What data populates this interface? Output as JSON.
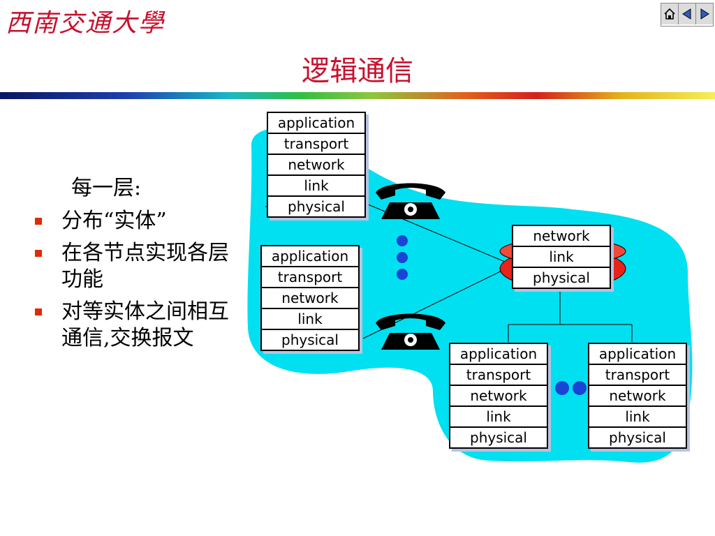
{
  "header": {
    "logo_text": "西南交通大學",
    "title": "逻辑通信"
  },
  "nav": {
    "buttons": [
      "home-icon",
      "prev-icon",
      "next-icon"
    ]
  },
  "bullets": {
    "heading": "每一层:",
    "items": [
      "分布“实体”",
      "在各节点实现各层功能",
      "对等实体之间相互通信,交换报文"
    ]
  },
  "stacks": {
    "host_top": [
      "application",
      "transport",
      "network",
      "link",
      "physical"
    ],
    "host_mid": [
      "application",
      "transport",
      "network",
      "link",
      "physical"
    ],
    "router": [
      "network",
      "link",
      "physical"
    ],
    "host_br1": [
      "application",
      "transport",
      "network",
      "link",
      "physical"
    ],
    "host_br2": [
      "application",
      "transport",
      "network",
      "link",
      "physical"
    ]
  },
  "colors": {
    "accent_red": "#c8102e",
    "cloud": "#00e0f0",
    "bullet": "#e02a0a",
    "dots": "#1a44d6"
  }
}
